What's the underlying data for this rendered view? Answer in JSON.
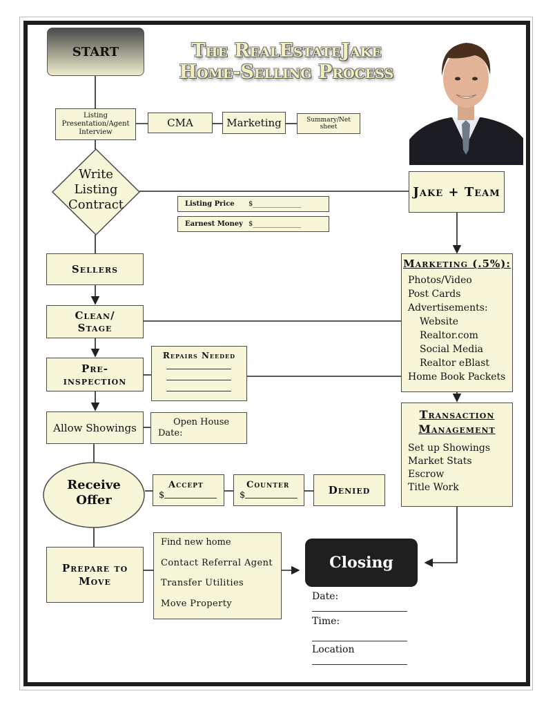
{
  "title": {
    "line1": "The RealEstateJake",
    "line2": "Home-Selling Process"
  },
  "start": "START",
  "listing_presentation": "Listing Presentation/Agent Interview",
  "cma": "CMA",
  "marketing": "Marketing",
  "summary": "Summary/Net sheet",
  "write_listing": {
    "line1": "Write",
    "line2": "Listing",
    "line3": "Contract"
  },
  "listing_price": {
    "label": "Listing Price",
    "value": "$______________"
  },
  "earnest_money": {
    "label": "Earnest Money",
    "value": "$______________"
  },
  "jake_team": "Jake + Team",
  "sellers": "Sellers",
  "clean_stage": {
    "line1": "Clean/",
    "line2": "Stage"
  },
  "pre_inspection": {
    "line1": "Pre-",
    "line2": "inspection"
  },
  "repairs_needed": "Repairs Needed",
  "allow_showings": "Allow Showings",
  "open_house": {
    "label": "Open House",
    "date": "Date:"
  },
  "receive_offer": {
    "line1": "Receive",
    "line2": "Offer"
  },
  "accept": {
    "label": "Accept",
    "value": "$"
  },
  "counter": {
    "label": "Counter",
    "value": "$"
  },
  "denied": "Denied",
  "prepare_to_move": {
    "line1": "Prepare to",
    "line2": "Move"
  },
  "move_tasks": [
    "Find new  home",
    "Contact Referral Agent",
    "Transfer Utilities",
    "Move Property"
  ],
  "marketing_panel": {
    "heading": "Marketing (.5%):",
    "items": [
      "Photos/Video",
      "Post Cards",
      "Advertisements:"
    ],
    "sub_items": [
      "Website",
      "Realtor.com",
      "Social Media",
      "Realtor eBlast"
    ],
    "last_item": "Home Book Packets"
  },
  "transaction_panel": {
    "heading_line1": "Transaction",
    "heading_line2": "Management",
    "items": [
      "Set up Showings",
      "Market Stats",
      "Escrow",
      "Title Work"
    ]
  },
  "closing": {
    "label": "Closing",
    "fields": [
      "Date:",
      "Time:",
      "Location"
    ]
  },
  "colors": {
    "box_fill": "#f7f6d8",
    "border": "#4a4a4a",
    "frame": "#1e1e1e",
    "closing_fill": "#1f1f1f"
  }
}
